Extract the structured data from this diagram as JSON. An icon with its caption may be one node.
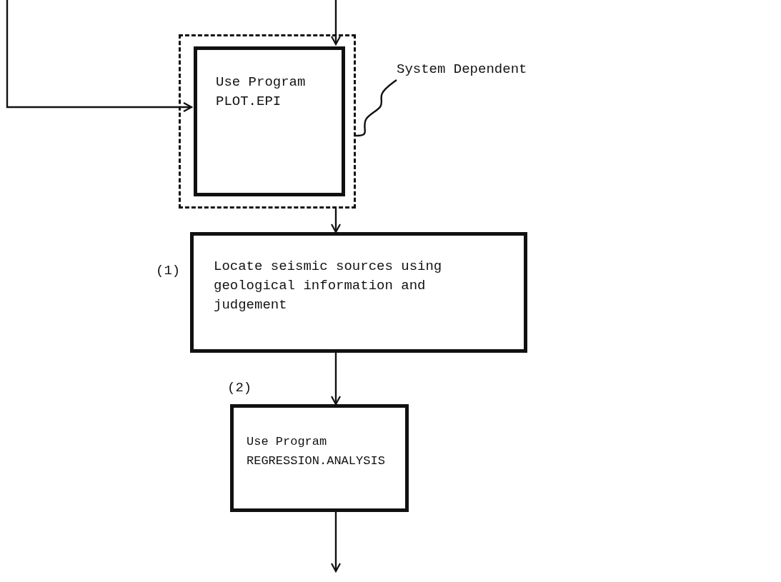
{
  "diagram": {
    "nodes": [
      {
        "text": [],
        "shape": "box"
      },
      {
        "text": [
          "Use Program PLOT.EPI"
        ],
        "in": 0
      },
      {
        "text": [
          "System Dependent"
        ]
      },
      {
        "text": [
          "Locate seismic sources using geological information and judgement"
        ],
        "beside": [
          "(1)"
        ]
      },
      {
        "text": [
          "Use Program REGRESSION.ANALYSIS"
        ],
        "beside": [
          "(2)"
        ]
      }
    ],
    "edges": [
      {
        "from": null,
        "to": 1,
        "arrow": "to"
      },
      {
        "from": null,
        "to": 1,
        "arrow": "to"
      },
      {
        "from": 0,
        "to": 3,
        "arrow": "to"
      },
      {
        "from": 3,
        "to": 4,
        "arrow": "to"
      },
      {
        "from": 4,
        "to": null,
        "arrow": "to"
      },
      {
        "from": 2,
        "to": 0,
        "arrow": "none"
      }
    ]
  }
}
